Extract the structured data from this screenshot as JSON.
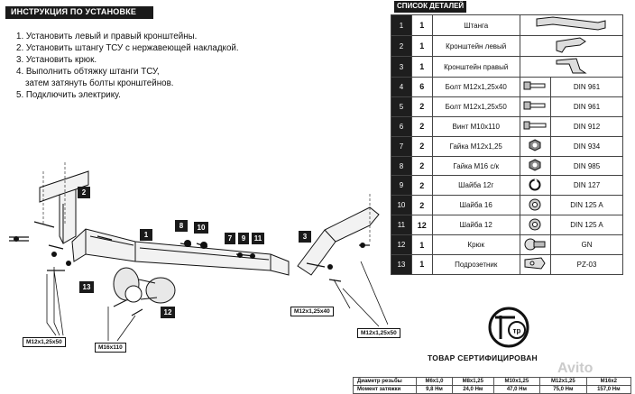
{
  "instructions": {
    "title": "ИНСТРУКЦИЯ ПО УСТАНОВКЕ",
    "steps": [
      "1. Установить левый и правый кронштейны.",
      "2. Установить штангу ТСУ с нержавеющей накладкой.",
      "3. Установить крюк.",
      "4. Выполнить обтяжку штанги ТСУ,",
      "    затем затянуть болты кронштейнов.",
      "5. Подключить электрику."
    ]
  },
  "parts": {
    "title": "СПИСОК ДЕТАЛЕЙ",
    "rows": [
      {
        "num": "1",
        "qty": "1",
        "name": "Штанга",
        "std": "",
        "icon": "bar-icon"
      },
      {
        "num": "2",
        "qty": "1",
        "name": "Кронштейн левый",
        "std": "",
        "icon": "bracket-left-icon"
      },
      {
        "num": "3",
        "qty": "1",
        "name": "Кронштейн правый",
        "std": "",
        "icon": "bracket-right-icon"
      },
      {
        "num": "4",
        "qty": "6",
        "name": "Болт M12x1,25x40",
        "std": "DIN 961",
        "icon": "bolt-icon"
      },
      {
        "num": "5",
        "qty": "2",
        "name": "Болт M12x1,25x50",
        "std": "DIN 961",
        "icon": "bolt-icon"
      },
      {
        "num": "6",
        "qty": "2",
        "name": "Винт M10x110",
        "std": "DIN 912",
        "icon": "screw-icon"
      },
      {
        "num": "7",
        "qty": "2",
        "name": "Гайка M12x1,25",
        "std": "DIN 934",
        "icon": "nut-icon"
      },
      {
        "num": "8",
        "qty": "2",
        "name": "Гайка M16 с/к",
        "std": "DIN 985",
        "icon": "nut-icon"
      },
      {
        "num": "9",
        "qty": "2",
        "name": "Шайба 12г",
        "std": "DIN 127",
        "icon": "spring-washer-icon"
      },
      {
        "num": "10",
        "qty": "2",
        "name": "Шайба 16",
        "std": "DIN 125 A",
        "icon": "washer-icon"
      },
      {
        "num": "11",
        "qty": "12",
        "name": "Шайба 12",
        "std": "DIN 125 A",
        "icon": "washer-icon"
      },
      {
        "num": "12",
        "qty": "1",
        "name": "Крюк",
        "std": "GN",
        "icon": "hook-icon"
      },
      {
        "num": "13",
        "qty": "1",
        "name": "Подрозетник",
        "std": "PZ-03",
        "icon": "socket-plate-icon"
      }
    ]
  },
  "certification": {
    "text": "ТОВАР СЕРТИФИЦИРОВАН",
    "logo_letters": "Ctp"
  },
  "torque": {
    "row1_label": "Диаметр резьбы",
    "row2_label": "Момент затяжки",
    "sizes": [
      "M6x1,0",
      "M8x1,25",
      "M10x1,25",
      "M12x1,25",
      "M16x2"
    ],
    "moments": [
      "9,8 Нм",
      "24,0 Нм",
      "47,0 Нм",
      "75,0 Нм",
      "157,0 Нм"
    ]
  },
  "drawing": {
    "callouts": [
      "1",
      "2",
      "3",
      "8",
      "10",
      "7",
      "9",
      "11",
      "13",
      "12"
    ],
    "dimensions": [
      "M12x1,25x40",
      "M12x1,25x50",
      "M16x110",
      "M12x1,25x50"
    ]
  },
  "watermark": "Avito"
}
